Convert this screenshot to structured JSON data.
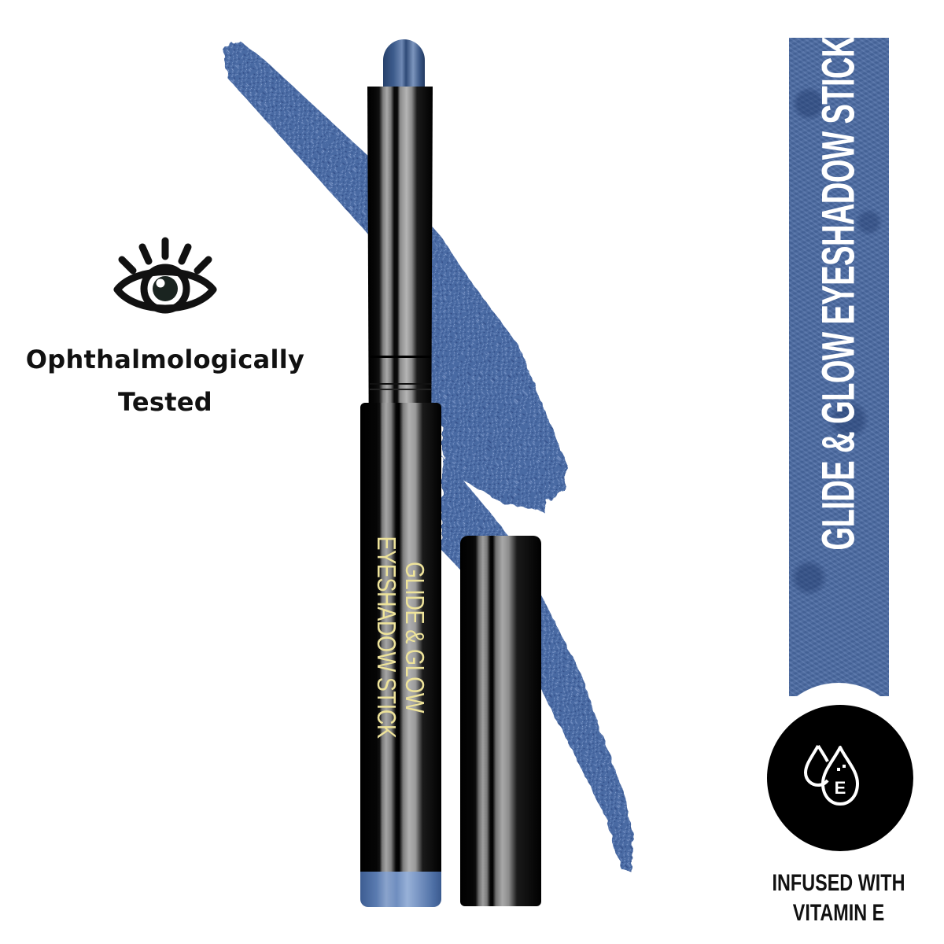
{
  "left_badge": {
    "icon": "eye-with-lashes-icon",
    "label_line1": "Ophthalmologically",
    "label_line2": "Tested"
  },
  "product": {
    "name_line1": "GLIDE & GLOW",
    "name_line2": "EYESHADOW STICK",
    "shade_color": "#4a6aa3",
    "text_color": "#eee39a",
    "casing_color": "#000000"
  },
  "banner": {
    "title": "GLIDE & GLOW EYESHADOW STICK",
    "background_color": "#4a6aa3",
    "text_color": "#ffffff"
  },
  "vitamin_badge": {
    "icon": "water-drops-vitamin-e-icon",
    "icon_letter": "E",
    "label_line1": "INFUSED WITH",
    "label_line2": "VITAMIN E"
  },
  "colors": {
    "swatch": "#4a6aa3",
    "swatch_dark": "#345284",
    "background": "#ffffff"
  }
}
